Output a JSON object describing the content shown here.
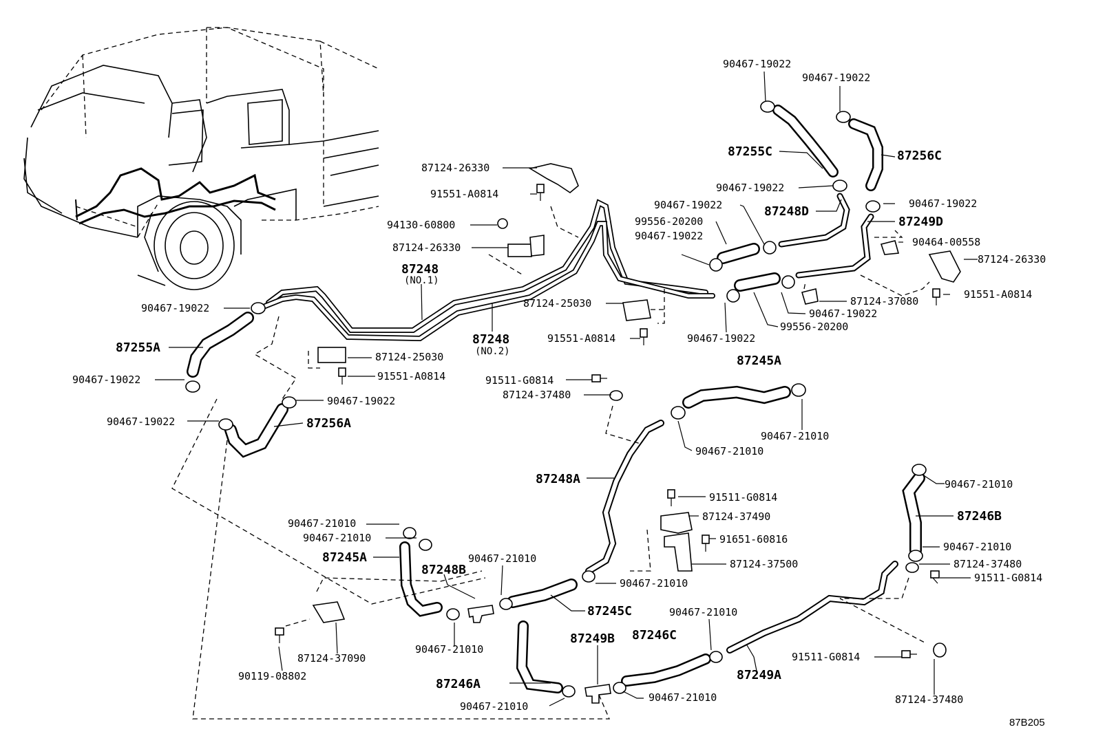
{
  "diagram_id": "87B205",
  "labels": {
    "l1": "90467-19022",
    "l2": "90467-19022",
    "l3": "87255C",
    "l4": "87256C",
    "l5": "87124-26330",
    "l6": "91551-A0814",
    "l7": "90467-19022",
    "l8": "90467-19022",
    "l9": "90467-19022",
    "l10": "87248D",
    "l11": "94130-60800",
    "l12": "99556-20200",
    "l13": "87249D",
    "l14": "87124-26330",
    "l15": "90467-19022",
    "l16": "90464-00558",
    "l17": "87124-26330",
    "l18": "87248",
    "l19": "(NO.1)",
    "l20": "87124-37080",
    "l21": "91551-A0814",
    "l22": "90467-19022",
    "l23": "87124-25030",
    "l24": "90467-19022",
    "l25": "99556-20200",
    "l26": "87248",
    "l27": "(NO.2)",
    "l28": "91551-A0814",
    "l29": "90467-19022",
    "l30": "87255A",
    "l31": "87124-25030",
    "l32": "91551-A0814",
    "l33": "90467-19022",
    "l34": "87245A",
    "l35": "91511-G0814",
    "l36": "87124-37480",
    "l37": "90467-19022",
    "l38": "90467-21010",
    "l39": "90467-19022",
    "l40": "87256A",
    "l41": "90467-21010",
    "l42": "87248A",
    "l43": "90467-21010",
    "l44": "91511-G0814",
    "l45": "87124-37490",
    "l46": "87246B",
    "l47": "90467-21010",
    "l48": "91651-60816",
    "l49": "90467-21010",
    "l50": "90467-21010",
    "l51": "87124-37500",
    "l52": "87124-37480",
    "l53": "87245A",
    "l54": "91511-G0814",
    "l55": "90467-21010",
    "l56": "87248B",
    "l57": "90467-21010",
    "l58": "87245C",
    "l59": "90467-21010",
    "l60": "90467-21010",
    "l61": "87249B",
    "l62": "87246C",
    "l63": "87124-37090",
    "l64": "87249A",
    "l65": "91511-G0814",
    "l66": "90119-08802",
    "l67": "87246A",
    "l68": "90467-21010",
    "l69": "90467-21010",
    "l70": "87124-37480"
  }
}
